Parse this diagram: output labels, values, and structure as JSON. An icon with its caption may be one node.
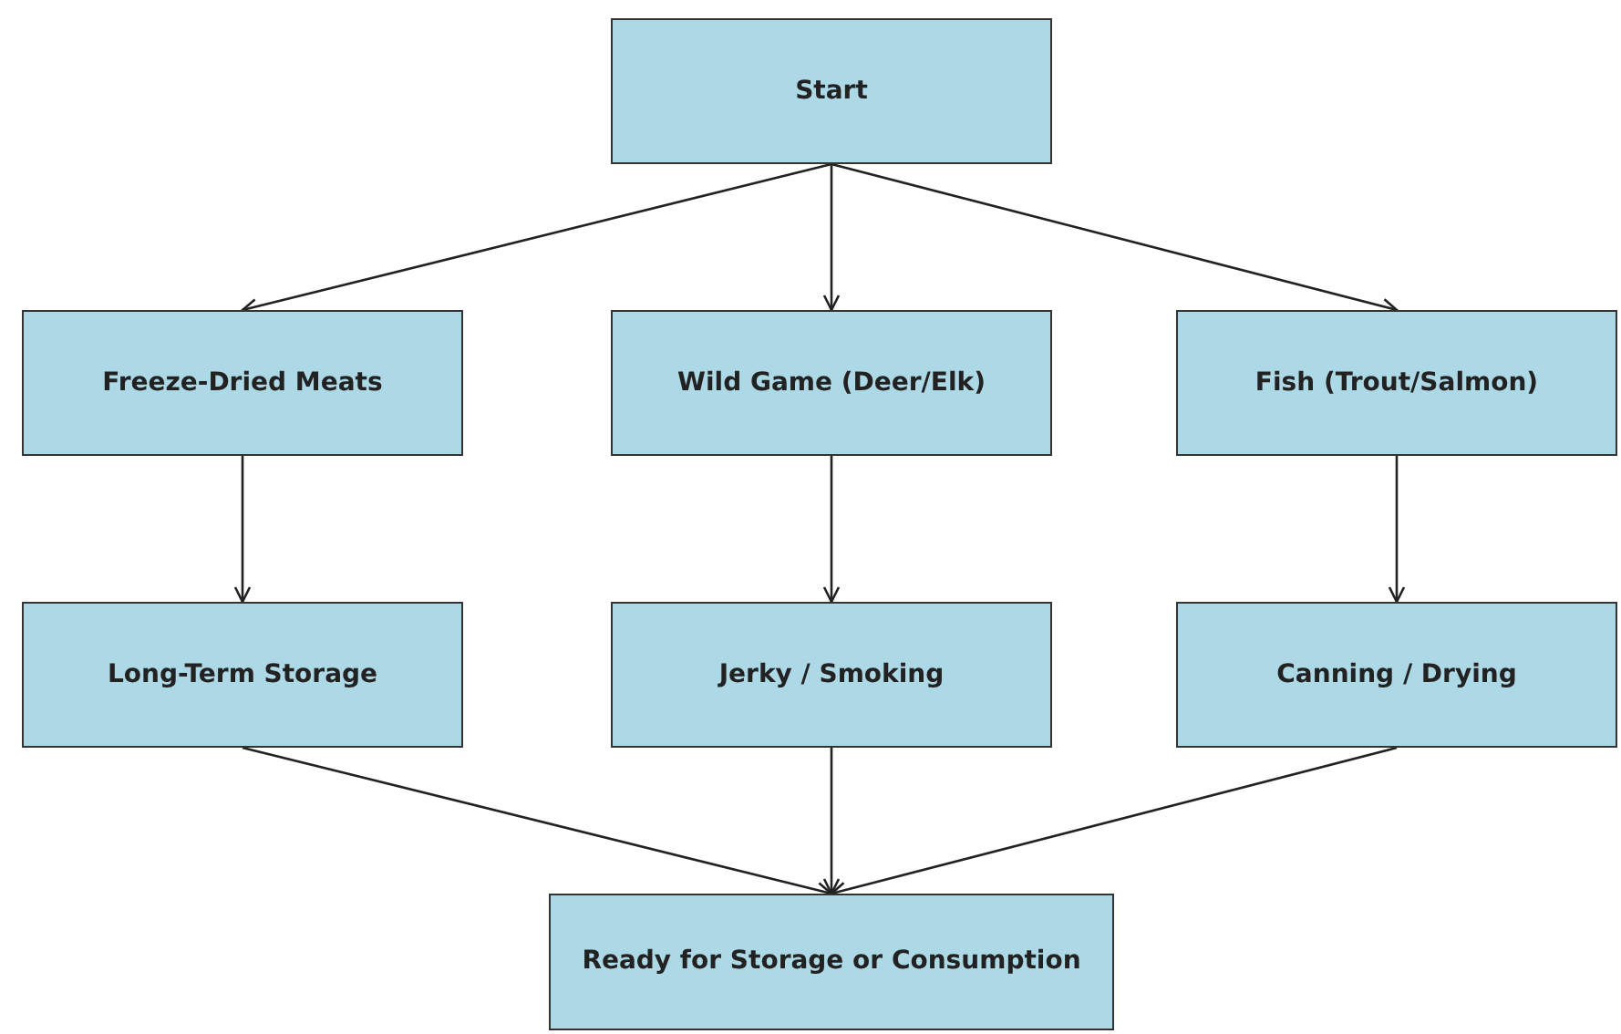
{
  "diagram": {
    "nodes": [
      {
        "text": [
          "Start"
        ]
      },
      {
        "text": [
          "Freeze-Dried Meats"
        ]
      },
      {
        "text": [
          "Wild Game (Deer/Elk)"
        ]
      },
      {
        "text": [
          "Fish (Trout/Salmon)"
        ]
      },
      {
        "text": [
          "Long-Term Storage"
        ]
      },
      {
        "text": [
          "Jerky / Smoking"
        ]
      },
      {
        "text": [
          "Canning / Drying"
        ]
      },
      {
        "text": [
          "Ready for Storage or Consumption"
        ]
      }
    ],
    "edges": [
      {
        "from": 0,
        "to": 1,
        "arrow": "to"
      },
      {
        "from": 0,
        "to": 2,
        "arrow": "to"
      },
      {
        "from": 0,
        "to": 3,
        "arrow": "to"
      },
      {
        "from": 1,
        "to": 4,
        "arrow": "to"
      },
      {
        "from": 2,
        "to": 5,
        "arrow": "to"
      },
      {
        "from": 3,
        "to": 6,
        "arrow": "to"
      },
      {
        "from": 4,
        "to": 7,
        "arrow": "to"
      },
      {
        "from": 5,
        "to": 7,
        "arrow": "to"
      },
      {
        "from": 6,
        "to": 7,
        "arrow": "to"
      }
    ]
  }
}
